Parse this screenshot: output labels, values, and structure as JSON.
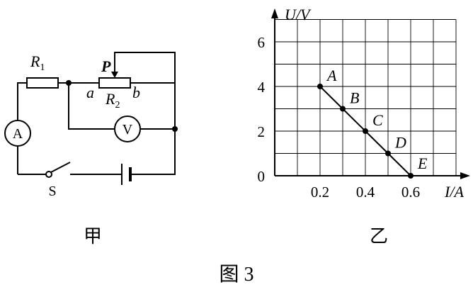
{
  "circuit": {
    "labels": {
      "r1": "R",
      "r1_sub": "1",
      "r2": "R",
      "r2_sub": "2",
      "slider": "P",
      "end_a": "a",
      "end_b": "b",
      "ammeter": "A",
      "voltmeter": "V",
      "switch": "S"
    },
    "caption": "甲"
  },
  "chart_data": {
    "type": "line",
    "xlabel": "I/A",
    "ylabel": "U/V",
    "xlim": [
      0,
      0.8
    ],
    "ylim": [
      0,
      7
    ],
    "x_ticks": [
      "0.2",
      "0.4",
      "0.6"
    ],
    "y_ticks": [
      "0",
      "2",
      "4",
      "6"
    ],
    "grid": true,
    "series": [
      {
        "points": [
          {
            "label": "A",
            "x": 0.2,
            "y": 4
          },
          {
            "label": "B",
            "x": 0.3,
            "y": 3
          },
          {
            "label": "C",
            "x": 0.4,
            "y": 2
          },
          {
            "label": "D",
            "x": 0.5,
            "y": 1
          },
          {
            "label": "E",
            "x": 0.6,
            "y": 0
          }
        ]
      }
    ],
    "caption": "乙"
  },
  "figure_caption": "图 3"
}
